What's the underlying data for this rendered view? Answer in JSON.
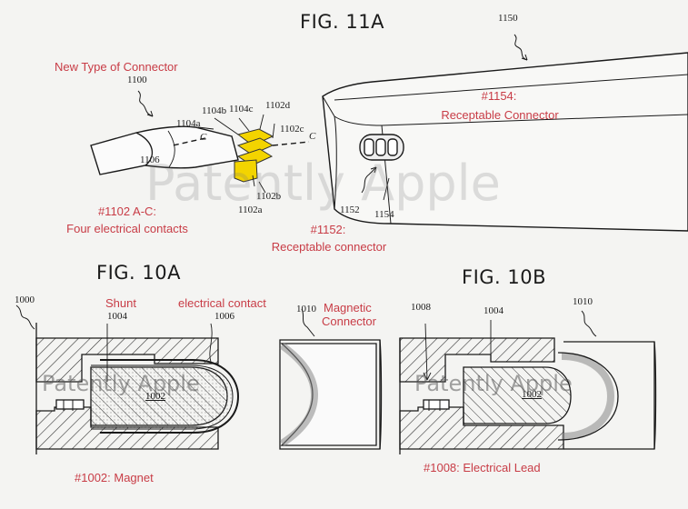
{
  "colors": {
    "annotation": "#c83c46",
    "line": "#1a1a1a",
    "contact": "#f3d400",
    "watermark": "#8a8a8a"
  },
  "figures": {
    "fig11a": {
      "title": "FIG. 11A",
      "refs": {
        "r1150": "1150",
        "r1100": "1100",
        "r1104b": "1104b",
        "r1104c": "1104c",
        "r1102d": "1102d",
        "r1104a": "1104a",
        "r1102c": "1102c",
        "c1": "C",
        "c2": "C",
        "r1106": "1106",
        "r1102b": "1102b",
        "r1102a": "1102a",
        "r1152": "1152",
        "r1154": "1154"
      },
      "annotations": {
        "new_connector": "New Type of Connector",
        "receptable_1154_num": "#1154:",
        "receptable_1154_text": "Receptable Connector",
        "contacts_num": "#1102 A-C:",
        "contacts_text": "Four electrical contacts",
        "receptable_1152_num": "#1152:",
        "receptable_1152_text": "Receptable connector"
      }
    },
    "fig10a": {
      "title": "FIG. 10A",
      "refs": {
        "r1000": "1000",
        "r1004": "1004",
        "r1006": "1006",
        "r1010": "1010",
        "r1002": "1002"
      },
      "annotations": {
        "shunt": "Shunt",
        "electrical_contact": "electrical contact",
        "magnetic_1": "Magnetic",
        "magnetic_2": "Connector",
        "magnet": "#1002: Magnet"
      }
    },
    "fig10b": {
      "title": "FIG. 10B",
      "refs": {
        "r1008": "1008",
        "r1004": "1004",
        "r1010": "1010",
        "r1002": "1002"
      },
      "annotations": {
        "lead": "#1008: Electrical Lead"
      }
    }
  },
  "watermark": "Patently Apple"
}
